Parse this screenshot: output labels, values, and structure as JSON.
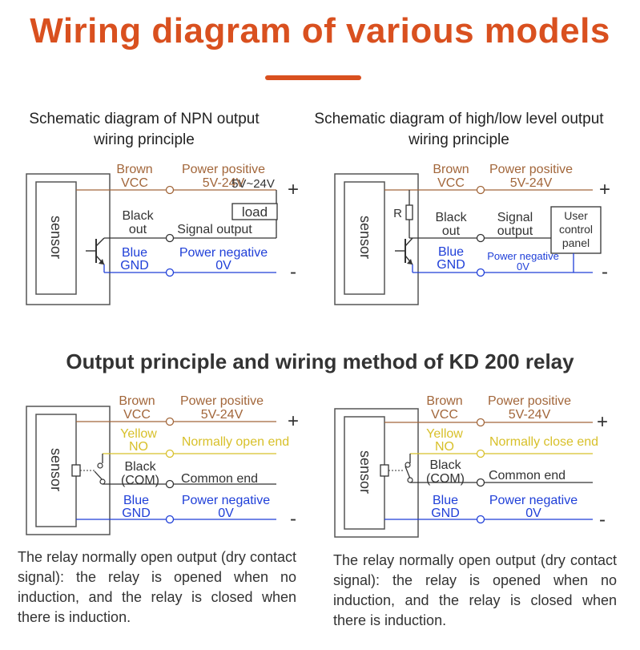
{
  "page": {
    "title": "Wiring diagram of various models",
    "accent_color": "#d9501f"
  },
  "colors": {
    "brown": "#a2663a",
    "blue": "#1f3fd8",
    "yellow": "#d8c02a",
    "black": "#333333"
  },
  "npn": {
    "title_line1": "Schematic diagram of NPN output",
    "title_line2": "wiring principle",
    "sensor_label": "sensor",
    "brown_label": "Brown",
    "vcc_label": "VCC",
    "power_positive": "Power positive",
    "voltage": "5V-24V",
    "load_voltage": "5V~24V",
    "plus": "+",
    "black_label": "Black",
    "out_label": "out",
    "load_label": "load",
    "signal_output": "Signal output",
    "blue_label": "Blue",
    "gnd_label": "GND",
    "power_negative": "Power negative",
    "zero_v": "0V",
    "minus": "-"
  },
  "level": {
    "title_line1": "Schematic diagram of high/low level output",
    "title_line2": "wiring principle",
    "sensor_label": "sensor",
    "resistor_label": "R",
    "brown_label": "Brown",
    "vcc_label": "VCC",
    "power_positive": "Power positive",
    "voltage": "5V-24V",
    "plus": "+",
    "black_label": "Black",
    "out_label": "out",
    "signal_label": "Signal",
    "output_label": "output",
    "panel_line1": "User",
    "panel_line2": "control",
    "panel_line3": "panel",
    "blue_label": "Blue",
    "gnd_label": "GND",
    "power_negative": "Power negative",
    "zero_v": "0V",
    "minus": "-"
  },
  "relay_section_title": "Output principle and wiring method of KD 200 relay",
  "relay_open": {
    "sensor_label": "sensor",
    "brown_label": "Brown",
    "vcc_label": "VCC",
    "power_positive": "Power positive",
    "voltage": "5V-24V",
    "plus": "+",
    "yellow_label": "Yellow",
    "no_label": "NO",
    "yellow_end": "Normally open end",
    "black_label": "Black",
    "com_label": "(COM)",
    "common_end": "Common end",
    "blue_label": "Blue",
    "gnd_label": "GND",
    "power_negative": "Power negative",
    "zero_v": "0V",
    "minus": "-",
    "description": "The relay normally open output (dry contact signal): the relay is opened when no induction, and the relay is closed when there is induction."
  },
  "relay_close": {
    "sensor_label": "sensor",
    "brown_label": "Brown",
    "vcc_label": "VCC",
    "power_positive": "Power positive",
    "voltage": "5V-24V",
    "plus": "+",
    "yellow_label": "Yellow",
    "no_label": "NO",
    "yellow_end": "Normally close end",
    "black_label": "Black",
    "com_label": "(COM)",
    "common_end": "Common end",
    "blue_label": "Blue",
    "gnd_label": "GND",
    "power_negative": "Power negative",
    "zero_v": "0V",
    "minus": "-",
    "description": "The relay normally open output (dry contact signal): the relay is opened when no induction, and the relay is closed when there is induction."
  }
}
